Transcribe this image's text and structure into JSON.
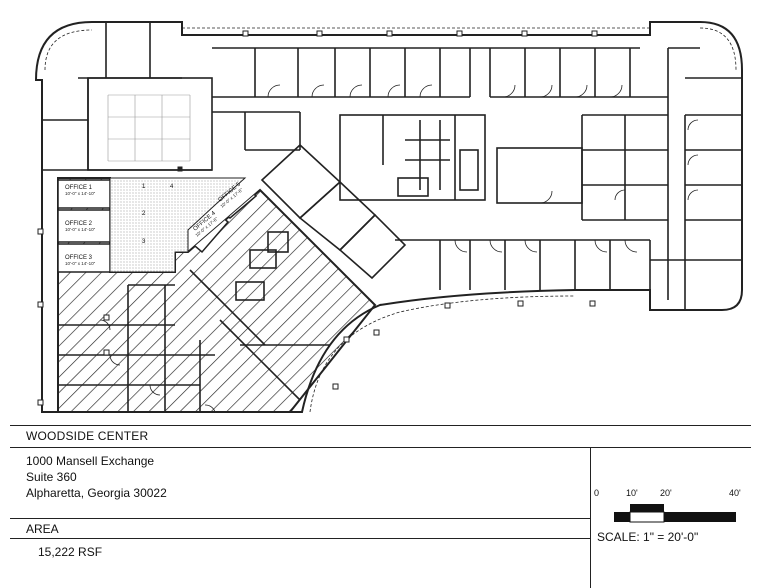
{
  "title_block": {
    "project_name": "WOODSIDE CENTER",
    "address": [
      "1000 Mansell Exchange",
      "Suite 360",
      "Alpharetta, Georgia 30022"
    ],
    "area_label": "AREA",
    "area_value": "15,222 RSF",
    "scale_text": "SCALE: 1\" = 20'-0\"",
    "scale_ticks": [
      "0",
      "10'",
      "20'",
      "40'"
    ]
  },
  "plan": {
    "offices": [
      {
        "name": "OFFICE 1",
        "dims": "10'-0\" x 14'-10\""
      },
      {
        "name": "OFFICE 2",
        "dims": "10'-0\" x 14'-10\""
      },
      {
        "name": "OFFICE 3",
        "dims": "10'-0\" x 14'-10\""
      },
      {
        "name": "OFFICE 4",
        "dims": "10'-0\" x 17'-6\""
      },
      {
        "name": "OFFICE 5",
        "dims": "10'-0\" x 17'-6\""
      }
    ],
    "workstation_numbers": [
      "1",
      "2",
      "3",
      "4"
    ]
  },
  "colors": {
    "line": "#222222",
    "background": "#ffffff",
    "dot_fill": "#9a9a9a"
  }
}
